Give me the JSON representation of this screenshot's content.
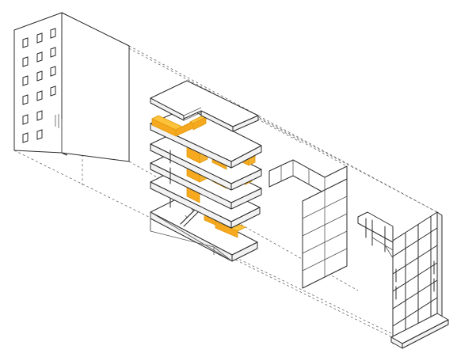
{
  "diagram": {
    "type": "exploded-axonometric-building",
    "components": [
      {
        "id": "party-wall",
        "icon": "facade-with-punched-windows"
      },
      {
        "id": "floor-stack",
        "icon": "stacked-floor-slabs"
      },
      {
        "id": "rear-glazing",
        "icon": "l-shaped-curtain-wall"
      },
      {
        "id": "front-facade",
        "icon": "steel-frame-facade"
      }
    ],
    "colors": {
      "line": "#2b2b2b",
      "dash": "#6a6a6a",
      "accent_fill": "#fbc23a",
      "accent_fill_dark": "#f6a91e",
      "background": "#ffffff"
    }
  }
}
